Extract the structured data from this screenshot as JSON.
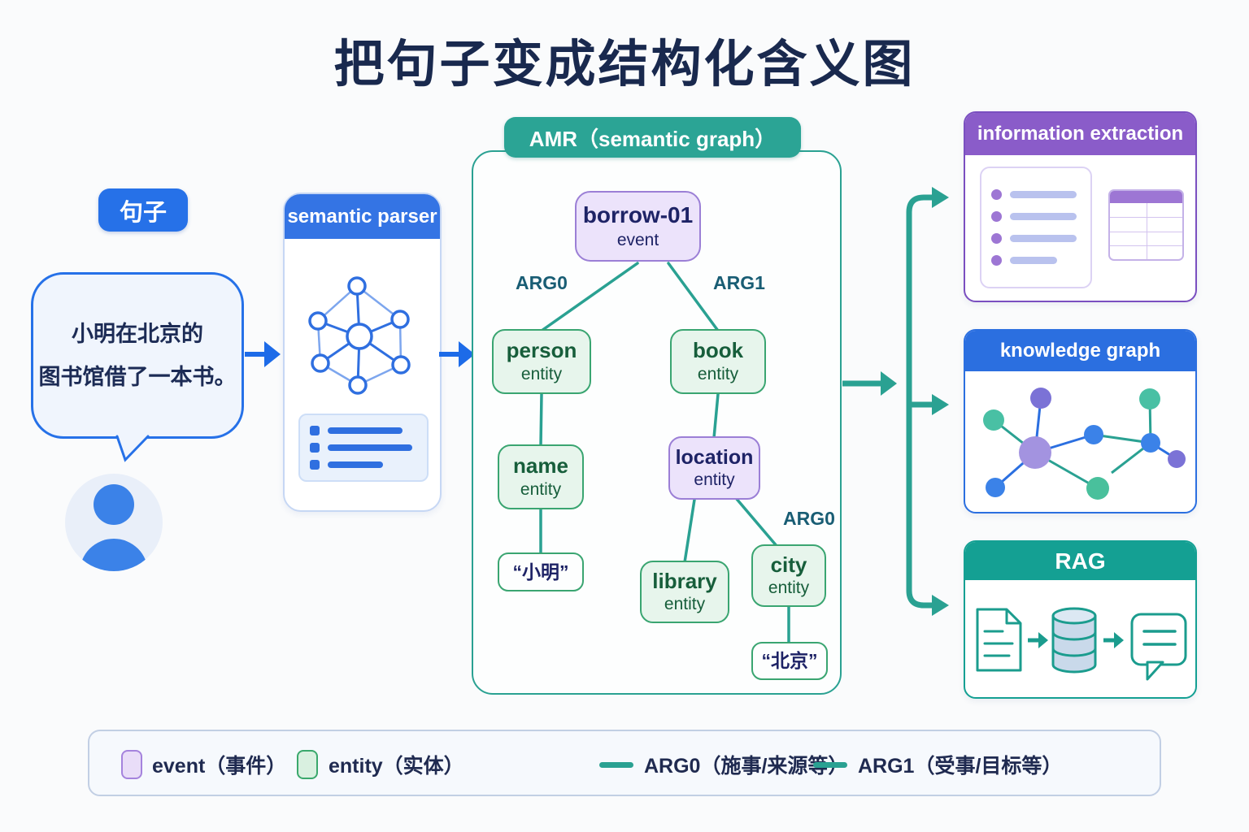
{
  "title": "把句子变成结构化含义图",
  "input": {
    "badge": "句子",
    "sentence": [
      "小明在北京的",
      "图书馆借了一本书。"
    ]
  },
  "parser": {
    "header": "semantic parser"
  },
  "amr": {
    "header": "AMR（semantic graph）",
    "nodes": {
      "borrow": {
        "label": "borrow-01",
        "sub": "event"
      },
      "person": {
        "label": "person",
        "sub": "entity"
      },
      "book": {
        "label": "book",
        "sub": "entity"
      },
      "name": {
        "label": "name",
        "sub": "entity"
      },
      "location": {
        "label": "location",
        "sub": "entity"
      },
      "library": {
        "label": "library",
        "sub": "entity"
      },
      "city": {
        "label": "city",
        "sub": "entity"
      },
      "leaf_name": {
        "label": "“小明”"
      },
      "leaf_city": {
        "label": "“北京”"
      }
    },
    "edge_labels": {
      "arg0": "ARG0",
      "arg1": "ARG1",
      "arg0_city": "ARG0"
    }
  },
  "outputs": {
    "information_extraction": "information extraction",
    "knowledge_graph": "knowledge graph",
    "rag": "RAG"
  },
  "legend": {
    "event": "event（事件）",
    "entity": "entity（实体）",
    "arg0": "ARG0（施事/来源等）",
    "arg1": "ARG1（受事/目标等）"
  },
  "icons": [
    "person-icon",
    "network-graph-icon",
    "list-icon",
    "document-icon",
    "database-icon",
    "chat-bubble-icon",
    "table-icon"
  ],
  "colors": {
    "blue": "#2671e8",
    "teal": "#2aa192",
    "purple": "#8a5cc9",
    "green_border": "#3aa571",
    "lavender_fill": "#ece3fb",
    "green_fill": "#e7f5ec",
    "navy_text": "#1f2a50"
  }
}
